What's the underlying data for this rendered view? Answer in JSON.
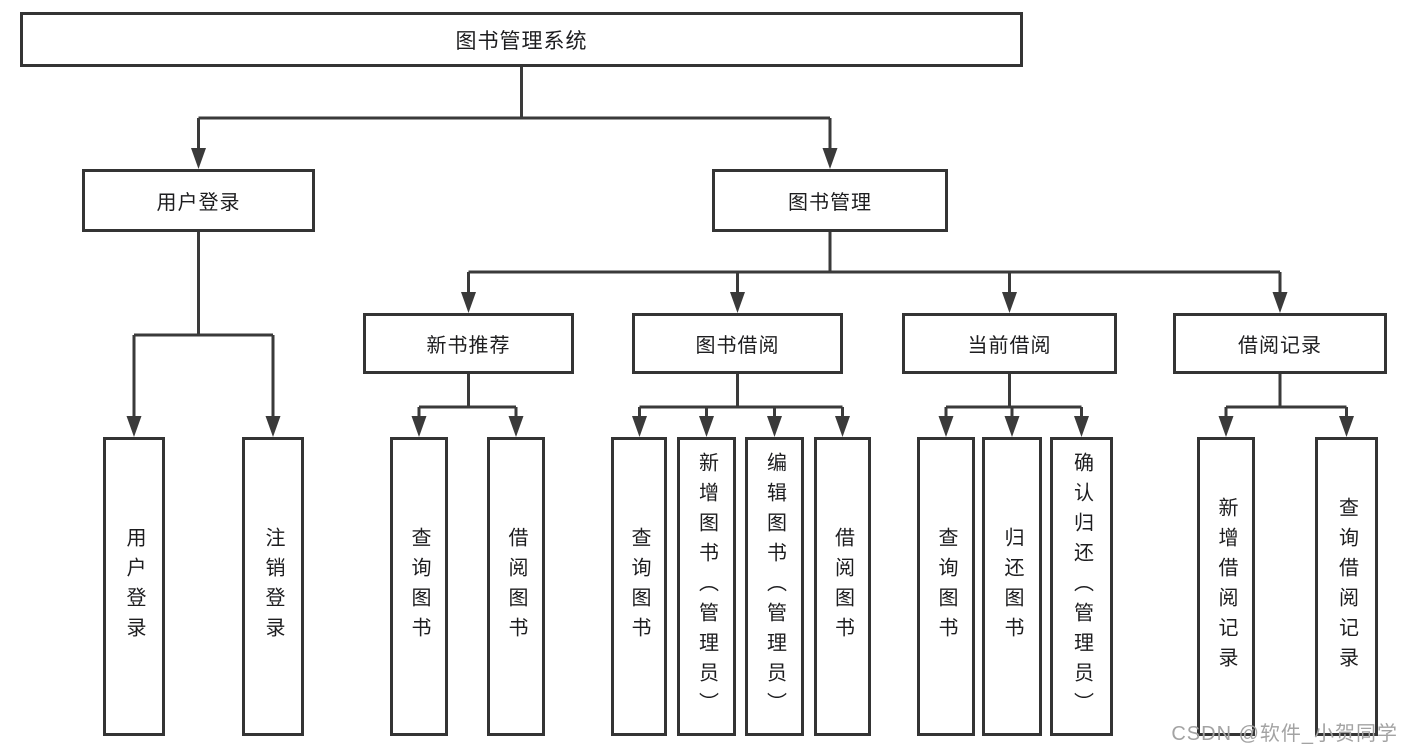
{
  "diagram": {
    "type": "tree",
    "root": {
      "label": "图书管理系统"
    },
    "level2": [
      {
        "label": "用户登录",
        "parent": "图书管理系统"
      },
      {
        "label": "图书管理",
        "parent": "图书管理系统"
      }
    ],
    "level3": [
      {
        "label": "新书推荐",
        "parent": "图书管理"
      },
      {
        "label": "图书借阅",
        "parent": "图书管理"
      },
      {
        "label": "当前借阅",
        "parent": "图书管理"
      },
      {
        "label": "借阅记录",
        "parent": "图书管理"
      }
    ],
    "leaves": [
      {
        "label": "用户登录",
        "parent": "用户登录"
      },
      {
        "label": "注销登录",
        "parent": "用户登录"
      },
      {
        "label": "查询图书",
        "parent": "新书推荐"
      },
      {
        "label": "借阅图书",
        "parent": "新书推荐"
      },
      {
        "label": "查询图书",
        "parent": "图书借阅"
      },
      {
        "label": "新增图书（管理员）",
        "parent": "图书借阅"
      },
      {
        "label": "编辑图书（管理员）",
        "parent": "图书借阅"
      },
      {
        "label": "借阅图书",
        "parent": "图书借阅"
      },
      {
        "label": "查询图书",
        "parent": "当前借阅"
      },
      {
        "label": "归还图书",
        "parent": "当前借阅"
      },
      {
        "label": "确认归还（管理员）",
        "parent": "当前借阅"
      },
      {
        "label": "新增借阅记录",
        "parent": "借阅记录"
      },
      {
        "label": "查询借阅记录",
        "parent": "借阅记录"
      }
    ],
    "colors": {
      "line": "#3a3a3a",
      "box_border": "#343434",
      "text": "#1d1d1f",
      "background": "#ffffff",
      "watermark": "#a3a3a3"
    }
  },
  "watermark": {
    "text": "CSDN @软件_小贺同学"
  }
}
